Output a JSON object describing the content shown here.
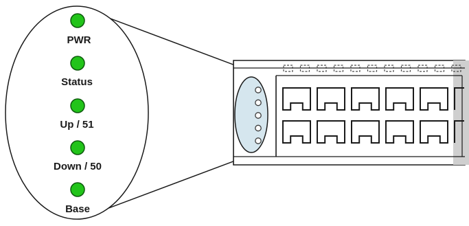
{
  "leds": [
    {
      "label": "PWR",
      "state": "on"
    },
    {
      "label": "Status",
      "state": "on"
    },
    {
      "label": "Up / 51",
      "state": "on"
    },
    {
      "label": "Down / 50",
      "state": "on"
    },
    {
      "label": "Base",
      "state": "on"
    }
  ],
  "colors": {
    "led_on": "#22c41a",
    "led_outline": "#0d5a0d",
    "outline": "#1a1a1a",
    "led_panel_fill": "#d5e6ee",
    "background": "#ffffff"
  }
}
